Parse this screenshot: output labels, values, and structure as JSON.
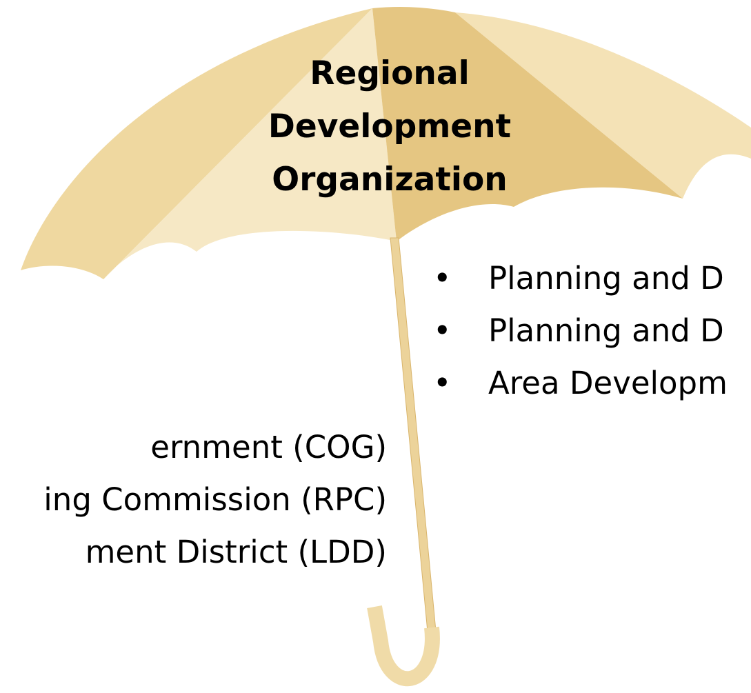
{
  "umbrella": {
    "title_lines": [
      "Regional",
      "Development",
      "Organization"
    ]
  },
  "right_list": {
    "bullet": "•",
    "items": [
      "Planning and D",
      "Planning and D",
      "Area Developm"
    ]
  },
  "left_list": {
    "items": [
      "ernment (COG)",
      "ing Commission (RPC)",
      "ment District (LDD)"
    ]
  },
  "colors": {
    "canopy_light": "#f6e8c5",
    "canopy_mid": "#efd8a0",
    "canopy_dark": "#e5c682",
    "shaft": "#ecd39a",
    "shaft_edge": "#d9b56c"
  }
}
